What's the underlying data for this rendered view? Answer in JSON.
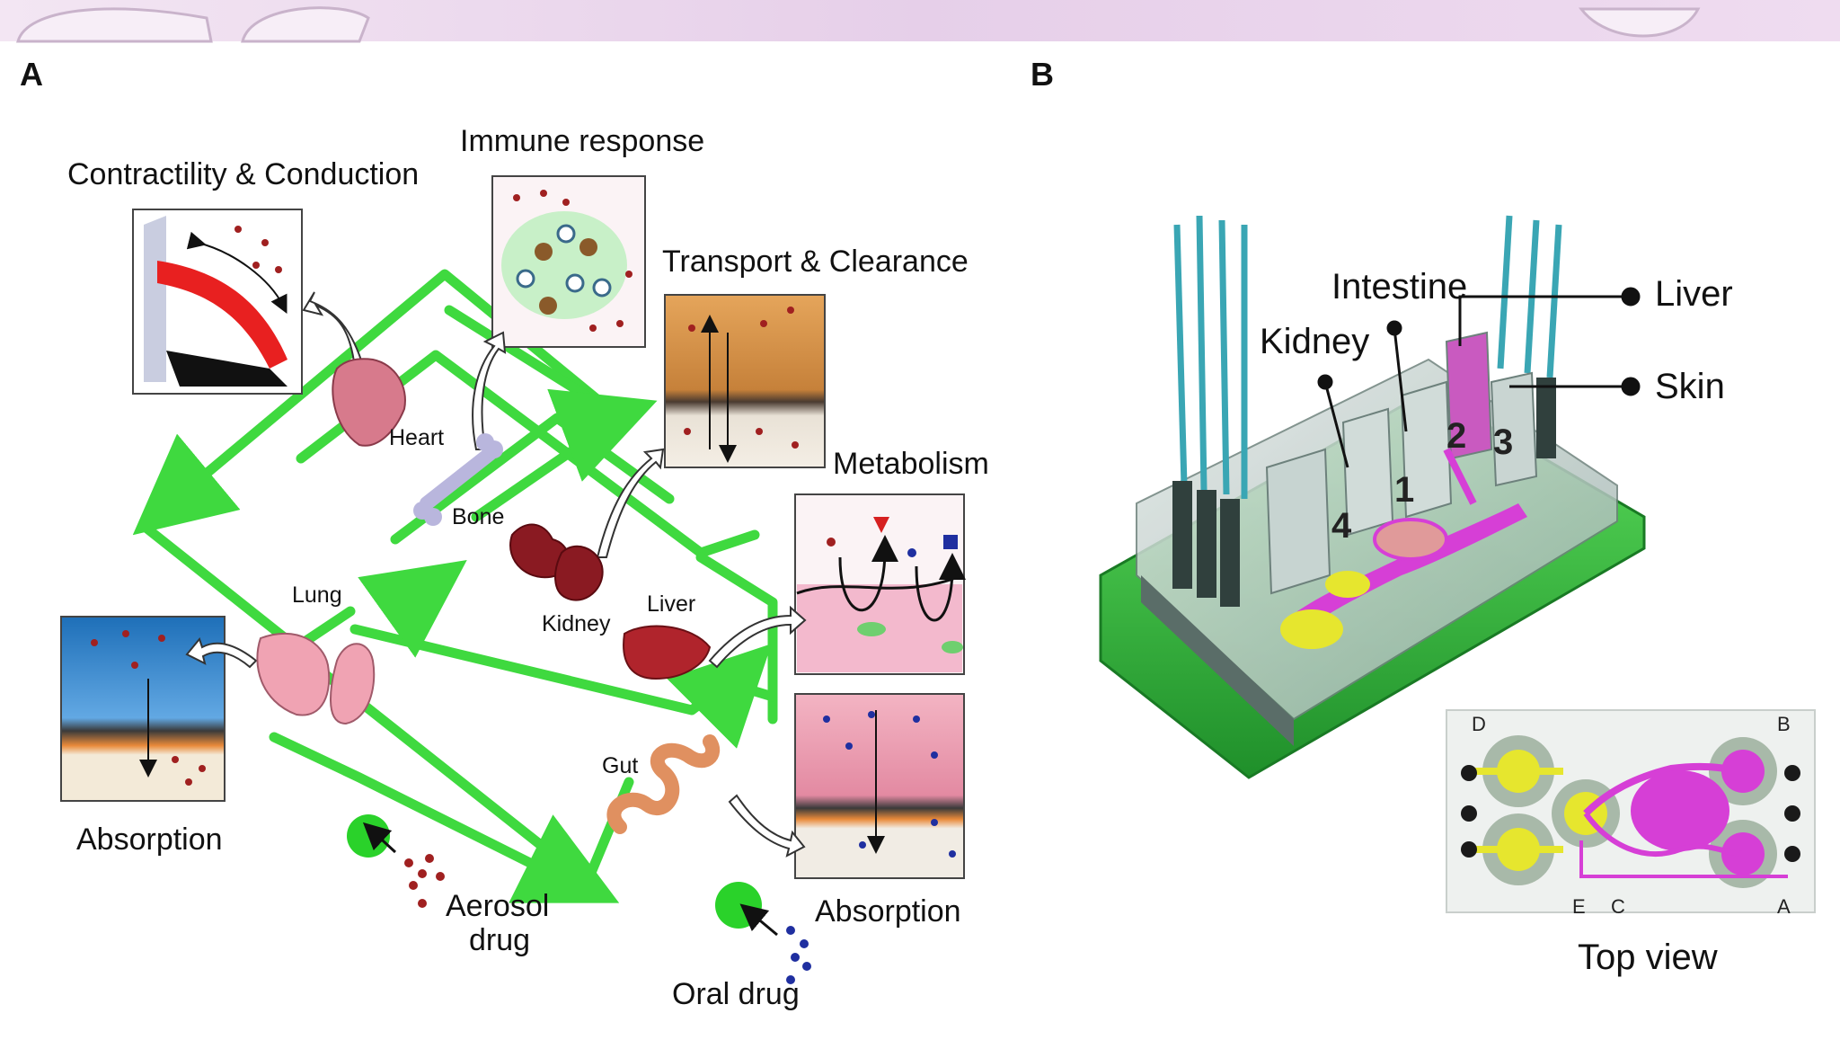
{
  "panel_a": {
    "letter": "A",
    "callouts": {
      "contractility": "Contractility & Conduction",
      "immune": "Immune response",
      "transport": "Transport & Clearance",
      "metabolism": "Metabolism",
      "absorption_left": "Absorption",
      "absorption_right": "Absorption"
    },
    "organs": {
      "heart": "Heart",
      "bone": "Bone",
      "lung": "Lung",
      "kidney": "Kidney",
      "liver": "Liver",
      "gut": "Gut"
    },
    "drugs": {
      "aerosol_line1": "Aerosol",
      "aerosol_line2": "drug",
      "oral": "Oral drug"
    }
  },
  "panel_b": {
    "letter": "B",
    "labels": {
      "intestine": "Intestine",
      "kidney": "Kidney",
      "liver": "Liver",
      "skin": "Skin",
      "top_view": "Top view"
    },
    "compartments": [
      "1",
      "2",
      "3",
      "4"
    ],
    "ports": [
      "D",
      "B",
      "E",
      "C",
      "A"
    ]
  },
  "colors": {
    "green": "#3fd93f",
    "magenta": "#d63fd6",
    "yellow": "#e6e62e",
    "banner": "#ecd8ee"
  }
}
